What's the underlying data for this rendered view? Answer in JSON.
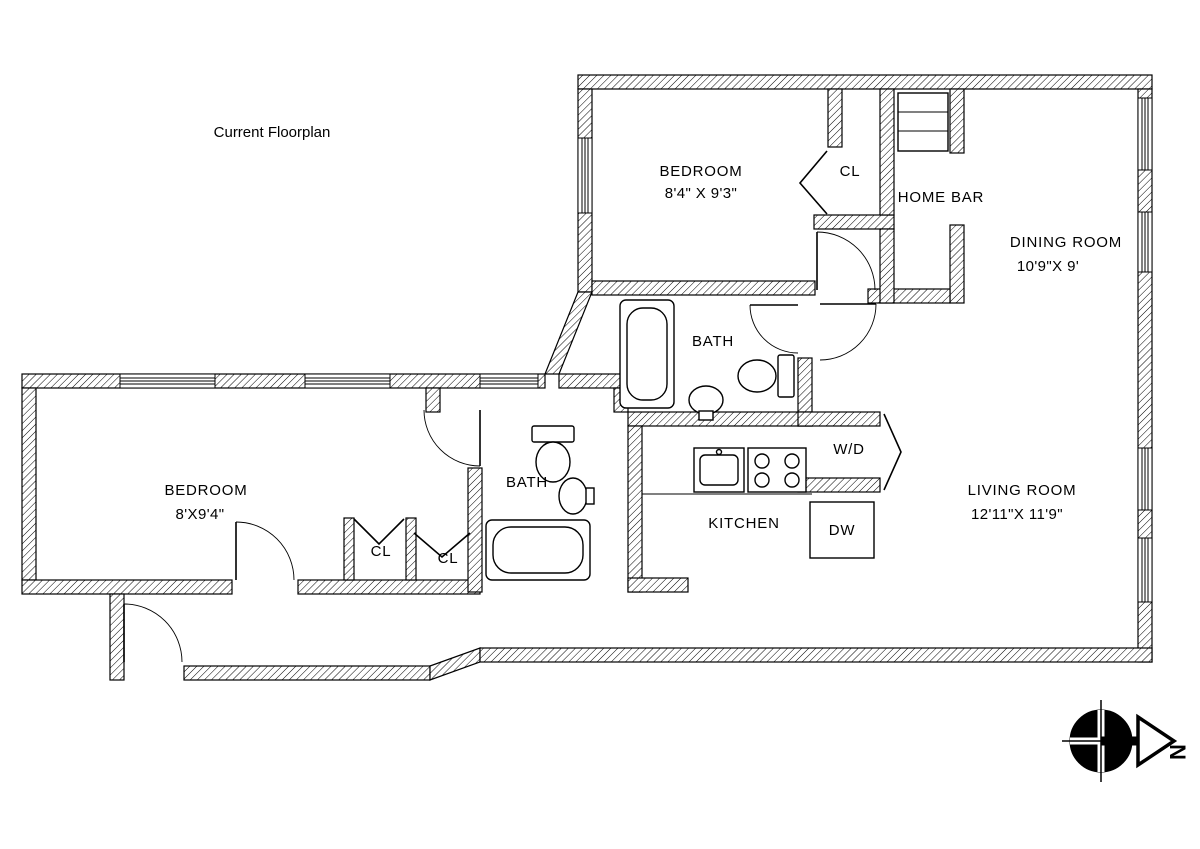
{
  "title": "Current Floorplan",
  "compass": {
    "north_label": "N"
  },
  "colors": {
    "wall": "#000000",
    "background": "#ffffff"
  },
  "rooms": {
    "bedroom_top": {
      "name": "BEDROOM",
      "dims": "8'4\" X 9'3\""
    },
    "closet_top": {
      "name": "CL"
    },
    "home_bar": {
      "name": "HOME BAR"
    },
    "dining": {
      "name": "DINING ROOM",
      "dims": "10'9\"X 9'"
    },
    "bath_top": {
      "name": "BATH"
    },
    "washer_dryer": {
      "name": "W/D"
    },
    "bedroom_left": {
      "name": "BEDROOM",
      "dims": "8'X9'4\""
    },
    "bath_lower": {
      "name": "BATH"
    },
    "closet_1": {
      "name": "CL"
    },
    "closet_2": {
      "name": "CL"
    },
    "kitchen": {
      "name": "KITCHEN"
    },
    "dishwasher": {
      "name": "DW"
    },
    "living": {
      "name": "LIVING ROOM",
      "dims": "12'11\"X 11'9\""
    }
  }
}
